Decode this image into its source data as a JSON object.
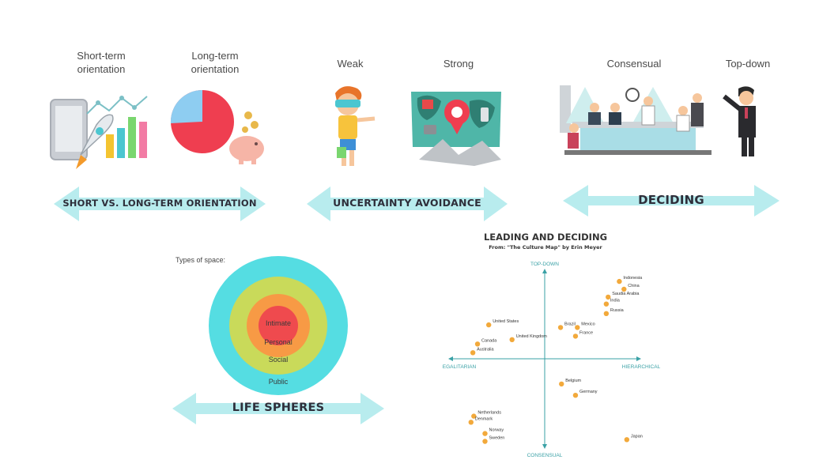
{
  "labels": {
    "short_term": "Short-term\norientation",
    "long_term": "Long-term\norientation",
    "weak": "Weak",
    "strong": "Strong",
    "consensual": "Consensual",
    "top_down": "Top-down"
  },
  "arrows": {
    "orientation": "SHORT VS. LONG-TERM ORIENTATION",
    "uncertainty": "UNCERTAINTY AVOIDANCE",
    "deciding": "DECIDING",
    "life_spheres": "LIFE SPHERES"
  },
  "spheres": {
    "caption": "Types of space:",
    "rings": [
      {
        "label": "Public",
        "color": "#55dde2"
      },
      {
        "label": "Social",
        "color": "#c9da5a"
      },
      {
        "label": "Personal",
        "color": "#f79a45"
      },
      {
        "label": "Intimate",
        "color": "#ef4a4e"
      }
    ]
  },
  "colors": {
    "arrow": "#b8ecee",
    "dot": "#f2a93b",
    "axis": "#3aa1a6"
  },
  "chart_data": {
    "type": "scatter",
    "title": "LEADING AND DECIDING",
    "subtitle": "From: \"The Culture Map\" by Erin Meyer",
    "axis_labels": {
      "top": "TOP-DOWN",
      "bottom": "CONSENSUAL",
      "left": "EGALITARIAN",
      "right": "HIERARCHICAL"
    },
    "xlim": [
      -10,
      10
    ],
    "ylim": [
      -10,
      10
    ],
    "points": [
      {
        "label": "Indonesia",
        "x": 8.0,
        "y": 8.9
      },
      {
        "label": "China",
        "x": 8.5,
        "y": 8.0
      },
      {
        "label": "Saudia Arabia",
        "x": 6.8,
        "y": 7.1
      },
      {
        "label": "India",
        "x": 6.6,
        "y": 6.3
      },
      {
        "label": "Russia",
        "x": 6.6,
        "y": 5.2
      },
      {
        "label": "United States",
        "x": -6.0,
        "y": 3.9
      },
      {
        "label": "Brazil",
        "x": 1.7,
        "y": 3.6
      },
      {
        "label": "Mexico",
        "x": 3.5,
        "y": 3.6
      },
      {
        "label": "United Kingdom",
        "x": -3.5,
        "y": 2.2
      },
      {
        "label": "France",
        "x": 3.3,
        "y": 2.6
      },
      {
        "label": "Canada",
        "x": -7.2,
        "y": 1.7
      },
      {
        "label": "Australia",
        "x": -7.7,
        "y": 0.7
      },
      {
        "label": "Belgium",
        "x": 1.8,
        "y": -2.9
      },
      {
        "label": "Germany",
        "x": 3.3,
        "y": -4.2
      },
      {
        "label": "Netherlands",
        "x": -7.6,
        "y": -6.6
      },
      {
        "label": "Denmark",
        "x": -7.9,
        "y": -7.3
      },
      {
        "label": "Norway",
        "x": -6.4,
        "y": -8.6
      },
      {
        "label": "Sweden",
        "x": -6.4,
        "y": -9.5
      },
      {
        "label": "Japan",
        "x": 8.8,
        "y": -9.3
      }
    ]
  }
}
